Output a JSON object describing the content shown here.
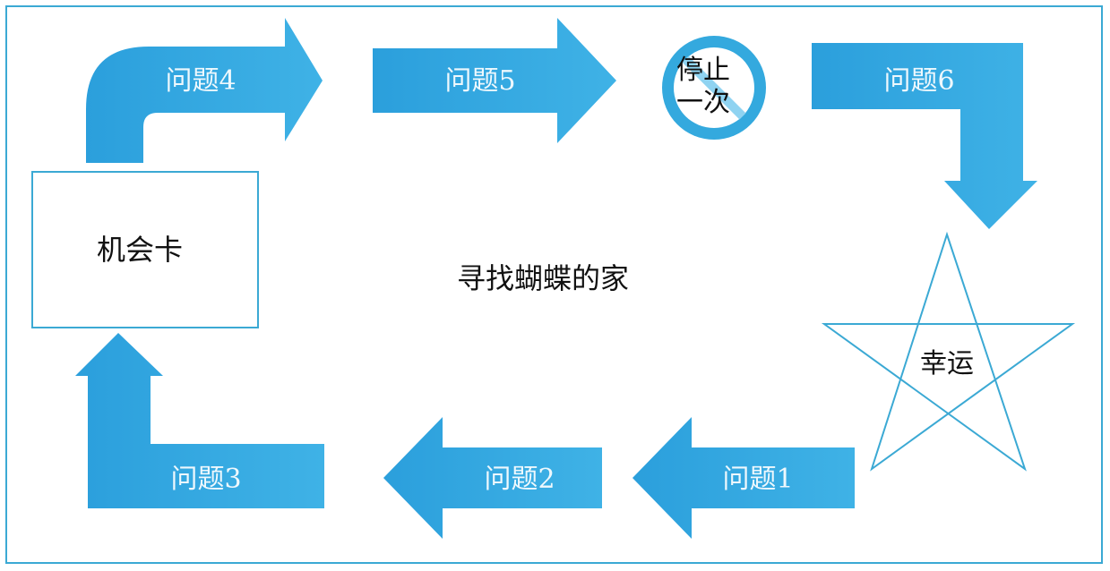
{
  "title": "寻找蝴蝶的家",
  "colors": {
    "arrow": "#31a6df",
    "arrow_light": "#8fd3f1",
    "outline": "#3ba9d4",
    "text_on_arrow": "#eef8fd",
    "text": "#111111"
  },
  "spaces": {
    "q1": "问题1",
    "q2": "问题2",
    "q3": "问题3",
    "q4": "问题4",
    "q5": "问题5",
    "q6": "问题6",
    "stop_line1": "停止",
    "stop_line2": "一次",
    "lucky": "幸运",
    "chance_card": "机会卡"
  }
}
